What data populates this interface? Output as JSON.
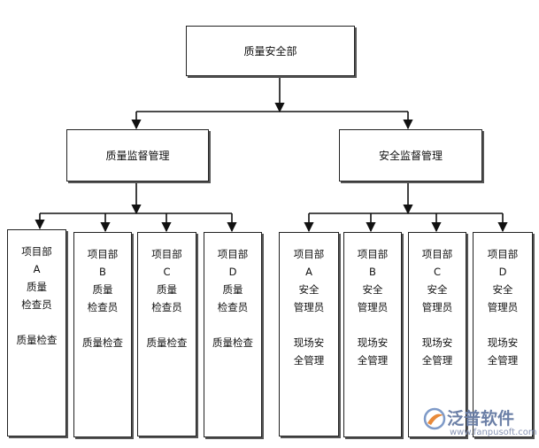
{
  "root": {
    "label": "质量安全部"
  },
  "branches": [
    {
      "label": "质量监督管理"
    },
    {
      "label": "安全监督管理"
    }
  ],
  "leaves": [
    {
      "dept": "项目部",
      "letter": "A",
      "role_lines": [
        "质量",
        "检查员"
      ],
      "duty_lines": [
        "质量检查"
      ]
    },
    {
      "dept": "项目部",
      "letter": "B",
      "role_lines": [
        "质量",
        "检查员"
      ],
      "duty_lines": [
        "质量检查"
      ]
    },
    {
      "dept": "项目部",
      "letter": "C",
      "role_lines": [
        "质量",
        "检查员"
      ],
      "duty_lines": [
        "质量检查"
      ]
    },
    {
      "dept": "项目部",
      "letter": "D",
      "role_lines": [
        "质量",
        "检查员"
      ],
      "duty_lines": [
        "质量检查"
      ]
    },
    {
      "dept": "项目部",
      "letter": "A",
      "role_lines": [
        "安全",
        "管理员"
      ],
      "duty_lines": [
        "现场安",
        "全管理"
      ]
    },
    {
      "dept": "项目部",
      "letter": "B",
      "role_lines": [
        "安全",
        "管理员"
      ],
      "duty_lines": [
        "现场安",
        "全管理"
      ]
    },
    {
      "dept": "项目部",
      "letter": "C",
      "role_lines": [
        "安全",
        "管理员"
      ],
      "duty_lines": [
        "现场安",
        "全管理"
      ]
    },
    {
      "dept": "项目部",
      "letter": "D",
      "role_lines": [
        "安全",
        "管理员"
      ],
      "duty_lines": [
        "现场安",
        "全管理"
      ]
    }
  ],
  "watermark": {
    "name": "泛普软件",
    "url": "www.fanpusoft.com"
  }
}
